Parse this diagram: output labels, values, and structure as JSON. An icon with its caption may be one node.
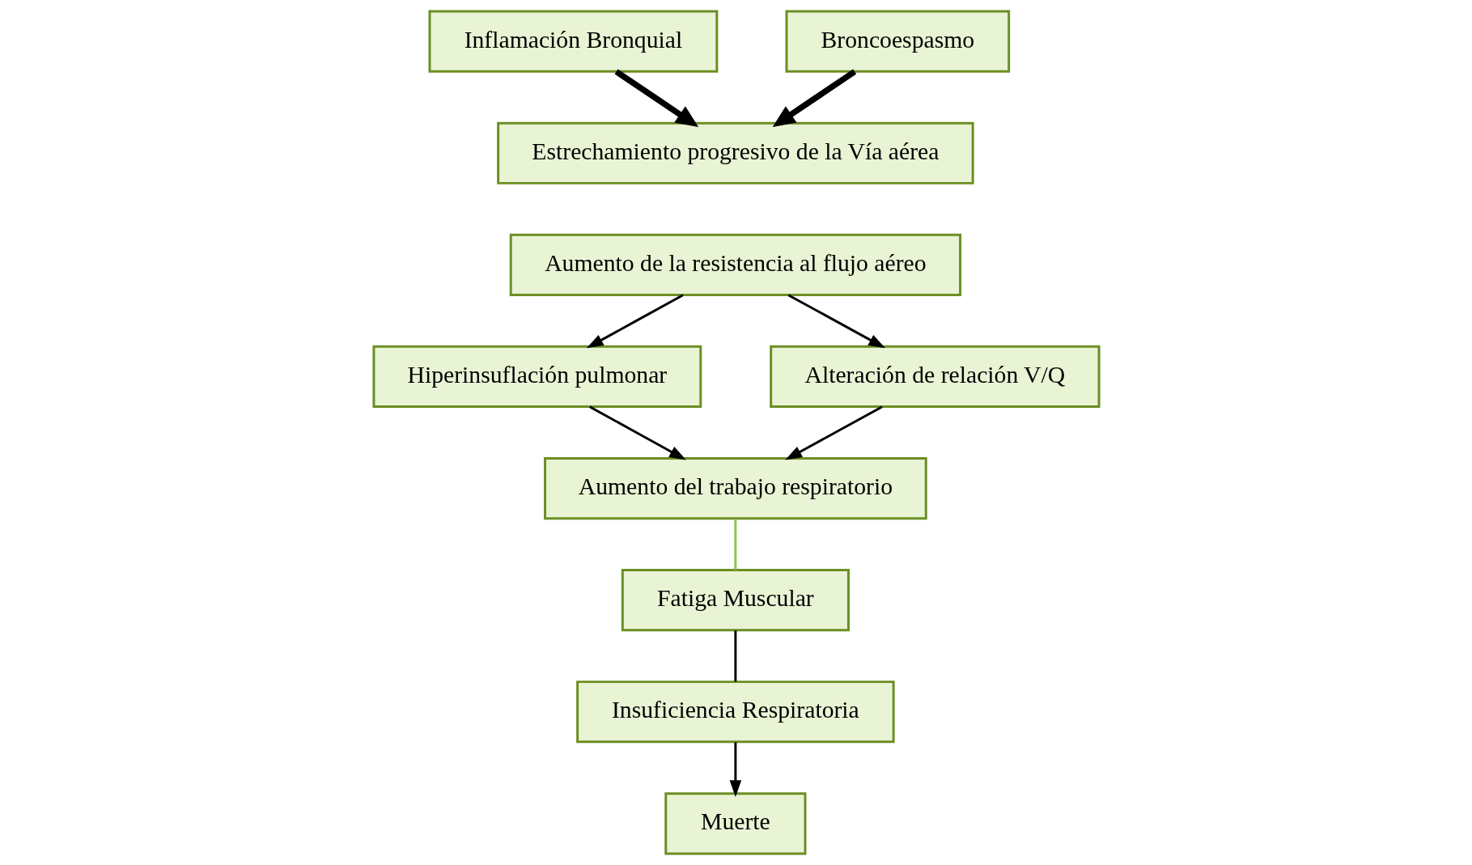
{
  "diagram": {
    "nodes": [
      {
        "text": [
          "Inflamación Bronquial"
        ]
      },
      {
        "text": [
          "Broncoespasmo"
        ]
      },
      {
        "text": [
          "Estrechamiento progresivo de la Vía aérea"
        ]
      },
      {
        "text": [
          "Aumento de la resistencia al flujo aéreo"
        ]
      },
      {
        "text": [
          "Hiperinsuflación pulmonar"
        ]
      },
      {
        "text": [
          "Alteración de relación V/Q"
        ]
      },
      {
        "text": [
          "Aumento del trabajo respiratorio"
        ]
      },
      {
        "text": [
          "Fatiga Muscular"
        ]
      },
      {
        "text": [
          "Insuficiencia Respiratoria"
        ]
      },
      {
        "text": [
          "Muerte"
        ]
      }
    ],
    "edges": [
      {
        "from": 0,
        "to": 2,
        "arrow": "to",
        "style": "thick"
      },
      {
        "from": 1,
        "to": 2,
        "arrow": "to",
        "style": "thick"
      },
      {
        "from": 3,
        "to": 4,
        "arrow": "to"
      },
      {
        "from": 3,
        "to": 5,
        "arrow": "to"
      },
      {
        "from": 4,
        "to": 6,
        "arrow": "to"
      },
      {
        "from": 5,
        "to": 6,
        "arrow": "to"
      },
      {
        "from": 6,
        "to": 7,
        "arrow": "none",
        "color": "#8dc63f"
      },
      {
        "from": 7,
        "to": 8,
        "arrow": "none"
      },
      {
        "from": 8,
        "to": 9,
        "arrow": "to"
      }
    ]
  }
}
